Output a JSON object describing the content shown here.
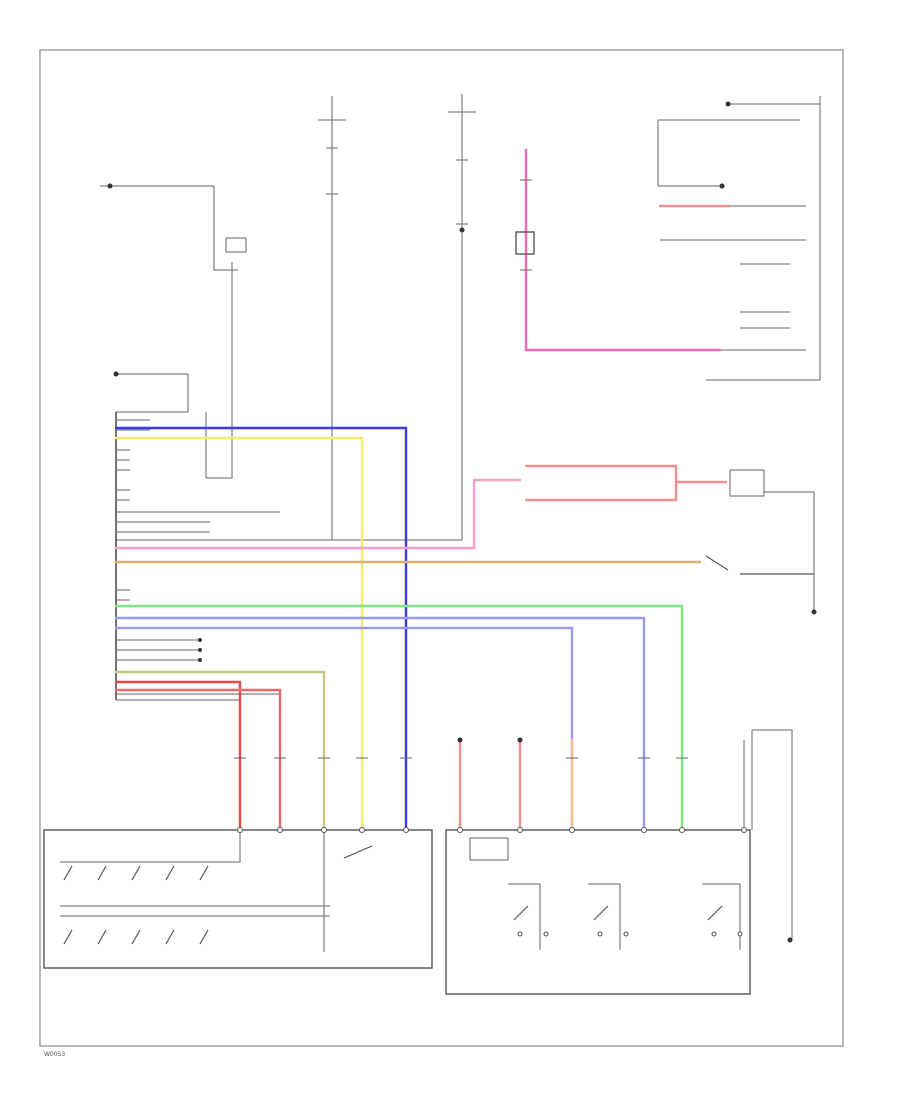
{
  "diagram": {
    "footer_code": "W0053",
    "wire_colors": {
      "yellow": "#f2ee6a",
      "blue": "#3a3ae8",
      "pink": "#f06ab4",
      "red": "#e24a4a",
      "orange": "#f0b070",
      "tan": "#d8b070",
      "green": "#7ee87e",
      "lightblue": "#9a9af0",
      "olive": "#c8c880",
      "gray": "#7a7a7a",
      "black": "#333333"
    },
    "components": [
      {
        "id": "ecm",
        "label": ""
      },
      {
        "id": "tcm",
        "label": ""
      },
      {
        "id": "transfer-unit",
        "label": ""
      },
      {
        "id": "junction-block",
        "label": ""
      }
    ]
  }
}
